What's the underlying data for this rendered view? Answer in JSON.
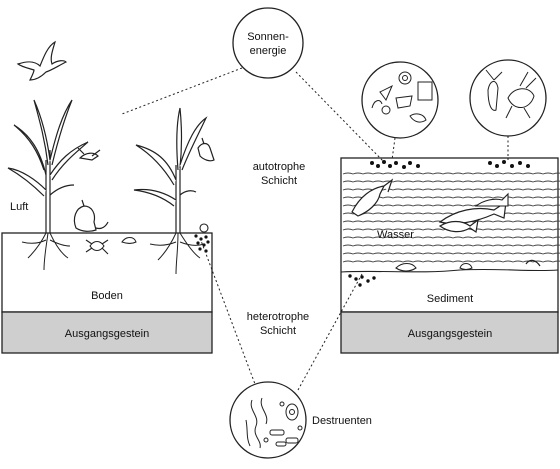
{
  "labels": {
    "sun_line1": "Sonnen-",
    "sun_line2": "energie",
    "luft": "Luft",
    "boden": "Boden",
    "ausgangsgestein_left": "Ausgangsgestein",
    "autotrophe_line1": "autotrophe",
    "autotrophe_line2": "Schicht",
    "heterotrophe_line1": "heterotrophe",
    "heterotrophe_line2": "Schicht",
    "wasser": "Wasser",
    "sediment": "Sediment",
    "ausgangsgestein_right": "Ausgangsgestein",
    "destruenten": "Destruenten"
  },
  "colors": {
    "bedrock": "#cfcfcf",
    "line": "#222222"
  }
}
